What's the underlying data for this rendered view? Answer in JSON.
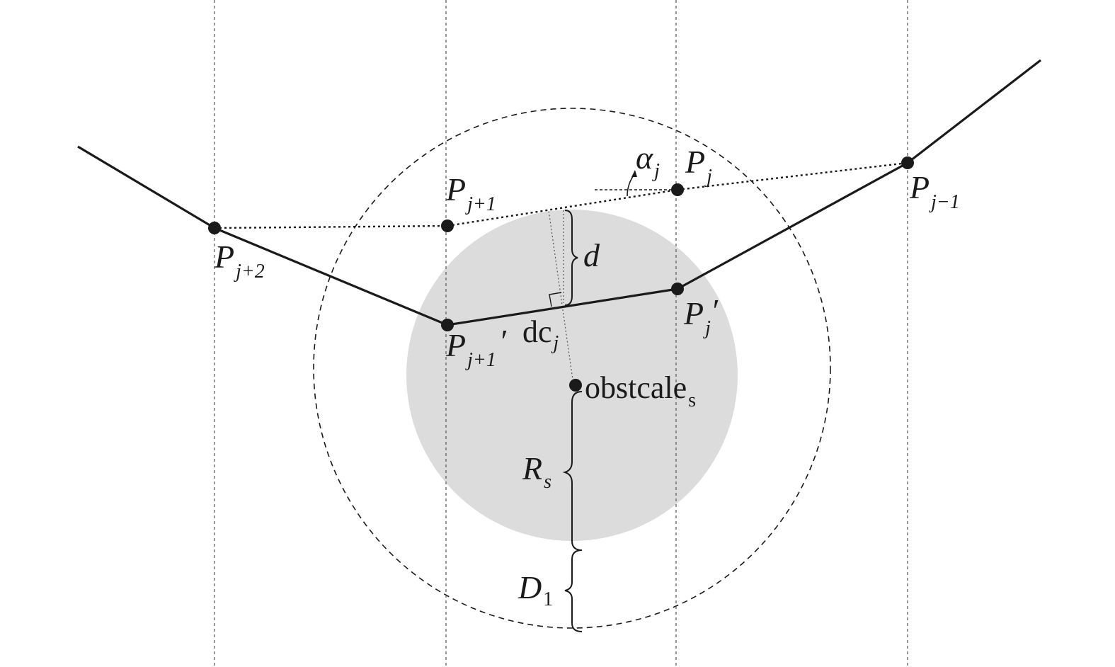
{
  "labels": {
    "p_j_plus_2": {
      "main": "P",
      "sub": "j+2"
    },
    "p_j_plus_1": {
      "main": "P",
      "sub": "j+1"
    },
    "p_j": {
      "main": "P",
      "sub": "j"
    },
    "p_j_minus_1": {
      "main": "P",
      "sub": "j−1"
    },
    "p_j_plus_1_prime": {
      "main": "P",
      "sub": "j+1",
      "prime": "′"
    },
    "p_j_prime": {
      "main": "P",
      "sub": "j",
      "prime": "′"
    },
    "alpha_j": {
      "main": "α",
      "sub": "j"
    },
    "d": {
      "main": "d"
    },
    "dc_j": {
      "main": "dc",
      "sub": "j"
    },
    "obstacle": {
      "main": "obstcale",
      "sub": "s"
    },
    "r_s": {
      "main": "R",
      "sub": "s"
    },
    "d_1": {
      "main": "D",
      "sub": "1"
    }
  },
  "colors": {
    "stroke": "#1a1a1a",
    "obstacle_fill": "#dcdcdc",
    "guide": "#555555"
  }
}
